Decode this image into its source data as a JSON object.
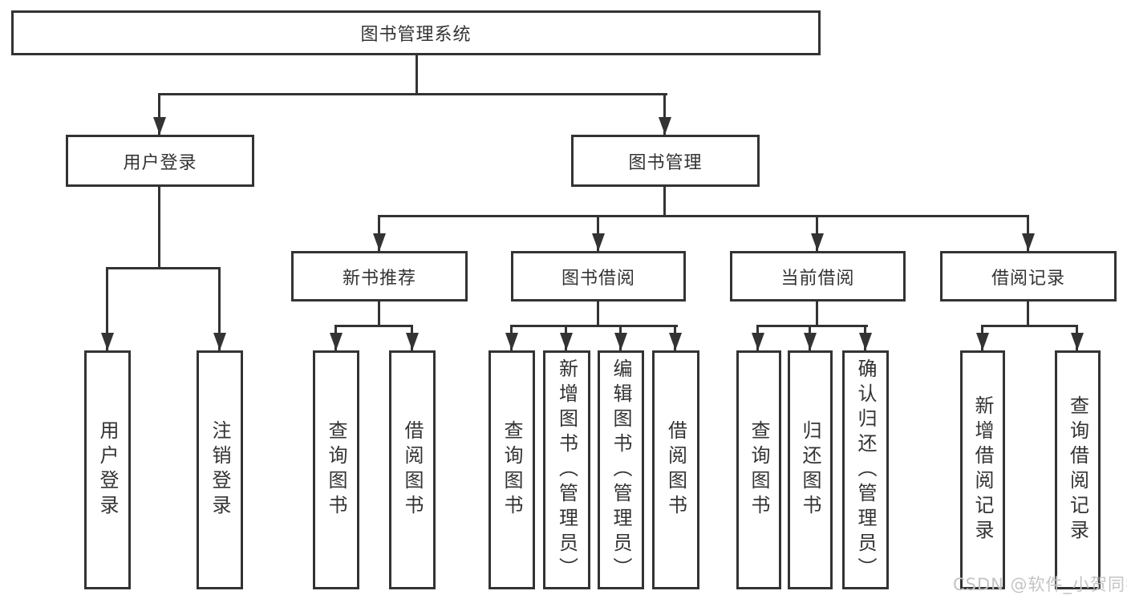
{
  "diagram": {
    "root": {
      "label": "图书管理系统"
    },
    "level2": [
      {
        "label": "用户登录"
      },
      {
        "label": "图书管理"
      }
    ],
    "level3": [
      {
        "label": "新书推荐"
      },
      {
        "label": "图书借阅"
      },
      {
        "label": "当前借阅"
      },
      {
        "label": "借阅记录"
      }
    ],
    "leaves": {
      "user_login": [
        "用户登录",
        "注销登录"
      ],
      "new_book": [
        "查询图书",
        "借阅图书"
      ],
      "book_borrow": [
        "查询图书",
        "新增图书（管理员）",
        "编辑图书（管理员）",
        "借阅图书"
      ],
      "current_borrow": [
        "查询图书",
        "归还图书",
        "确认归还（管理员）"
      ],
      "borrow_record": [
        "新增借阅记录",
        "查询借阅记录"
      ]
    }
  },
  "watermark": {
    "text": "CSDN @软件_小贺同学"
  },
  "colors": {
    "line": "#333333",
    "text": "#333333",
    "box_fill": "#ffffff",
    "background": "#ffffff",
    "watermark": "#c4c4c4"
  }
}
